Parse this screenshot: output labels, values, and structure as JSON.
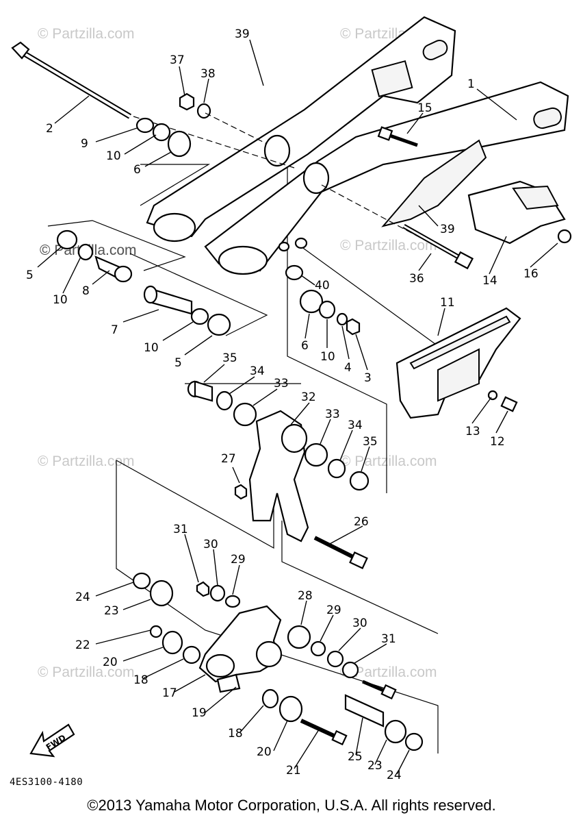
{
  "watermarks": [
    "© Partzilla.com",
    "© Partzilla.com",
    "© Partzilla.com",
    "© Partzilla.com",
    "© Partzilla.com",
    "© Partzilla.com",
    "© Partzilla.com",
    "© Partzilla.com",
    "© Partzilla.com"
  ],
  "callouts": [
    "39",
    "37",
    "38",
    "1",
    "2",
    "15",
    "9",
    "10",
    "6",
    "39",
    "36",
    "14",
    "16",
    "5",
    "10",
    "8",
    "7",
    "40",
    "10",
    "5",
    "6",
    "10",
    "4",
    "3",
    "11",
    "35",
    "34",
    "33",
    "32",
    "13",
    "12",
    "33",
    "34",
    "35",
    "27",
    "26",
    "31",
    "30",
    "29",
    "24",
    "23",
    "28",
    "29",
    "30",
    "31",
    "22",
    "20",
    "18",
    "17",
    "19",
    "18",
    "20",
    "21",
    "25",
    "23",
    "24"
  ],
  "fwd_label": "FWD",
  "diagram_code": "4ES3100-4180",
  "copyright": "©2013 Yamaha Motor Corporation, U.S.A. All rights reserved.",
  "colors": {
    "ink": "#000000",
    "watermark": "#c8c8c8",
    "background": "#ffffff"
  }
}
